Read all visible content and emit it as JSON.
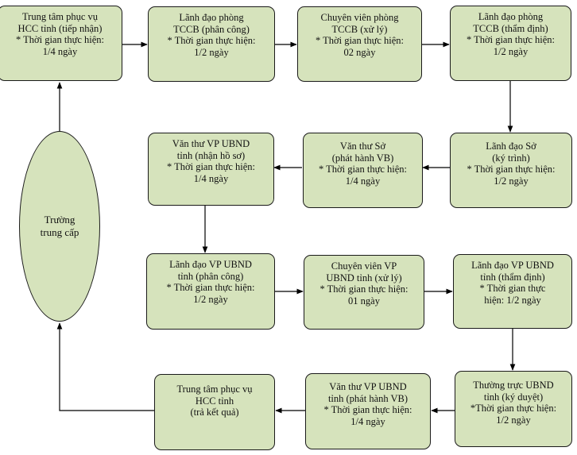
{
  "nodes": {
    "n1": {
      "lines": [
        "Trung tâm phục vụ",
        "HCC tỉnh (tiếp nhận)",
        "* Thời gian thực hiện:",
        "1/4 ngày"
      ]
    },
    "n2": {
      "lines": [
        "Lãnh đạo phòng",
        "TCCB (phân công)",
        "* Thời gian thực hiện:",
        "1/2 ngày"
      ]
    },
    "n3": {
      "lines": [
        "Chuyên viên phòng",
        "TCCB (xử lý)",
        "* Thời gian thực hiện:",
        "02 ngày"
      ]
    },
    "n4": {
      "lines": [
        "Lãnh đạo phòng",
        "TCCB (thẩm định)",
        "* Thời gian thực hiện:",
        "1/2 ngày"
      ]
    },
    "n5": {
      "lines": [
        "Lãnh đạo Sở",
        "(ký trình)",
        "* Thời gian thực hiện:",
        "1/2 ngày"
      ]
    },
    "n6": {
      "lines": [
        "Văn thư Sở",
        "(phát hành VB)",
        "* Thời gian thực hiện:",
        "1/4 ngày"
      ]
    },
    "n7": {
      "lines": [
        "Văn thư VP UBND",
        "tỉnh (nhận hồ sơ)",
        "* Thời gian thực hiện:",
        "1/4 ngày"
      ]
    },
    "n8": {
      "lines": [
        "Lãnh đạo VP UBND",
        "tỉnh (phân công)",
        "* Thời gian thực hiện:",
        "1/2 ngày"
      ]
    },
    "n9": {
      "lines": [
        "Chuyên viên VP",
        "UBND tỉnh (xử lý)",
        "* Thời gian thực hiện:",
        "01 ngày"
      ]
    },
    "n10": {
      "lines": [
        "Lãnh đạo VP UBND",
        "tỉnh (thẩm định)",
        "* Thời gian thực",
        "hiện: 1/2  ngày"
      ]
    },
    "n11": {
      "lines": [
        "Thường trực UBND",
        "tỉnh (ký duyệt)",
        "*Thời gian thực hiện:",
        "1/2 ngày"
      ]
    },
    "n12": {
      "lines": [
        "Văn thư VP UBND",
        "tỉnh (phát hành VB)",
        "* Thời gian thực hiện:",
        "1/4 ngày"
      ]
    },
    "n13": {
      "lines": [
        "Trung tâm phục vụ",
        "HCC tỉnh",
        "(trả kết quả)"
      ]
    }
  },
  "school": {
    "lines": [
      "Trường",
      "trung cấp"
    ]
  },
  "colors": {
    "box_fill": "#d6e3bc",
    "border": "#1a1a1a",
    "arrow": "#000000"
  }
}
